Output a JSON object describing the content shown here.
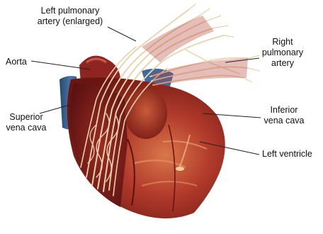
{
  "labels": {
    "left_pulmonary_artery": "Left pulmonary\nartery (enlarged)",
    "right_pulmonary_artery": "Right\npulmonary\nartery",
    "aorta": "Aorta",
    "superior_vena_cava": "Superior\nvena cava",
    "inferior_vena_cava": "Inferior\nvena cava",
    "left_ventricle": "Left ventricle"
  },
  "colors": {
    "heart_dark": "#6e1512",
    "heart_main": "#a8322a",
    "heart_light": "#cf6a3f",
    "vessel_blue": "#2f5b8e",
    "fiber_cream": "#e8d2ae",
    "leader_line": "#222222"
  }
}
